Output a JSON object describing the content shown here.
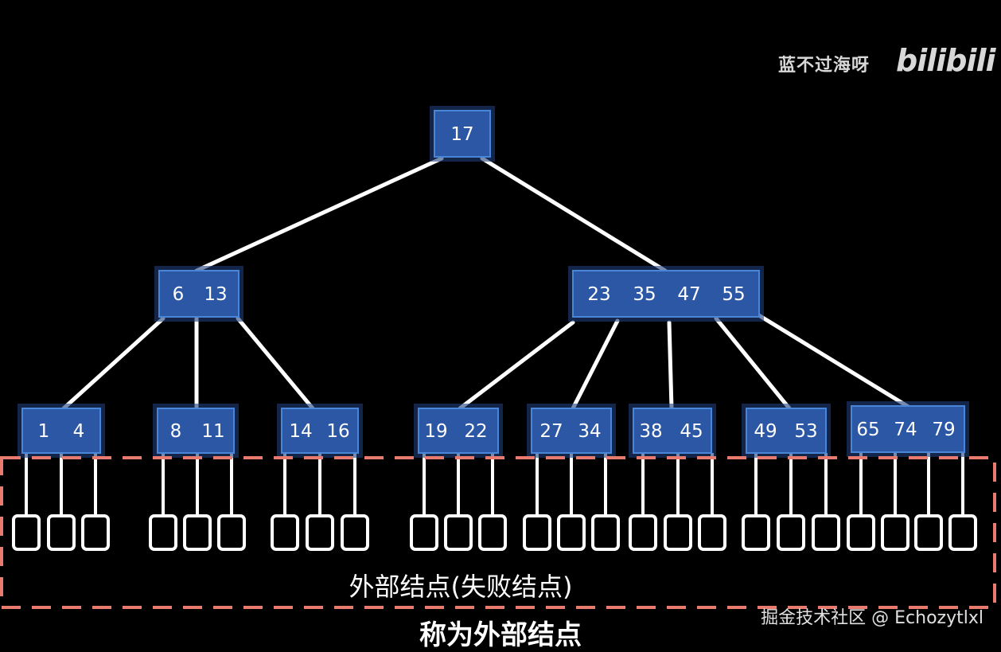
{
  "watermark": {
    "user": "蓝不过海呀",
    "logo": "bilibili"
  },
  "tree": {
    "root": {
      "keys": [
        "17"
      ]
    },
    "level2": [
      {
        "keys": [
          "6",
          "13"
        ]
      },
      {
        "keys": [
          "23",
          "35",
          "47",
          "55"
        ]
      }
    ],
    "leaves": [
      {
        "keys": [
          "1",
          "4"
        ]
      },
      {
        "keys": [
          "8",
          "11"
        ]
      },
      {
        "keys": [
          "14",
          "16"
        ]
      },
      {
        "keys": [
          "19",
          "22"
        ]
      },
      {
        "keys": [
          "27",
          "34"
        ]
      },
      {
        "keys": [
          "38",
          "45"
        ]
      },
      {
        "keys": [
          "49",
          "53"
        ]
      },
      {
        "keys": [
          "65",
          "74",
          "79"
        ]
      }
    ]
  },
  "external_nodes_label": "外部结点(失败结点)",
  "subtitle": "称为外部结点",
  "credit": "掘金技术社区 @ Echozytlxl",
  "colors": {
    "node_fill": "#2b57a4",
    "frame": "#e87a6e",
    "lines": "#ffffff"
  }
}
